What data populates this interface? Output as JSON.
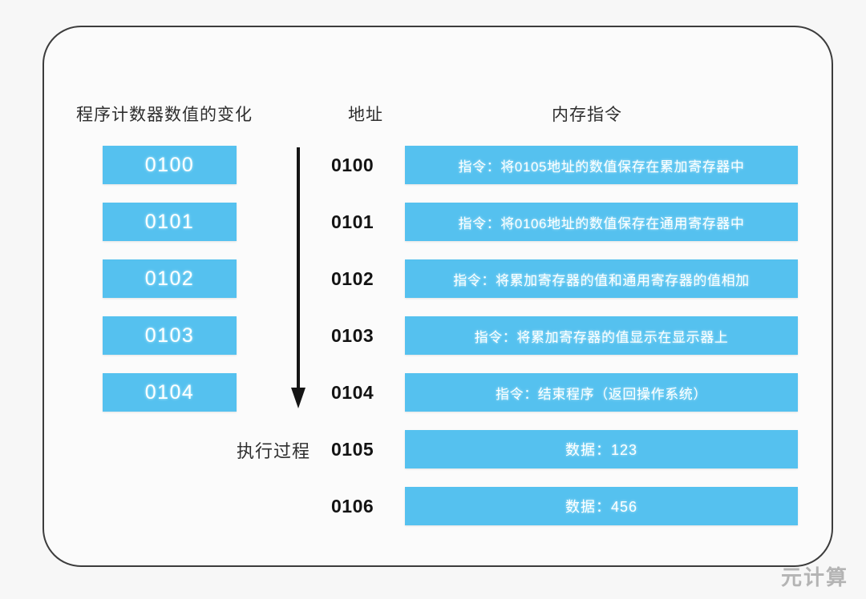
{
  "headers": {
    "pc": "程序计数器数值的变化",
    "address": "地址",
    "memory": "内存指令"
  },
  "labels": {
    "process": "执行过程"
  },
  "program_counter_blocks": [
    {
      "value": "0100"
    },
    {
      "value": "0101"
    },
    {
      "value": "0102"
    },
    {
      "value": "0103"
    },
    {
      "value": "0104"
    }
  ],
  "memory_rows": [
    {
      "address": "0100",
      "content": "指令：将0105地址的数值保存在累加寄存器中",
      "kind": "instruction"
    },
    {
      "address": "0101",
      "content": "指令：将0106地址的数值保存在通用寄存器中",
      "kind": "instruction"
    },
    {
      "address": "0102",
      "content": "指令：将累加寄存器的值和通用寄存器的值相加",
      "kind": "instruction"
    },
    {
      "address": "0103",
      "content": "指令：将累加寄存器的值显示在显示器上",
      "kind": "instruction"
    },
    {
      "address": "0104",
      "content": "指令：结束程序（返回操作系统）",
      "kind": "instruction"
    },
    {
      "address": "0105",
      "content": "数据：123",
      "kind": "data"
    },
    {
      "address": "0106",
      "content": "数据：456",
      "kind": "data"
    }
  ],
  "watermark": "元计算",
  "colors": {
    "bar_blue": "#55c1ef",
    "frame_border": "#3c3c3c",
    "background": "#f7f7f7",
    "arrow": "#151515",
    "watermark": "#b4b4b4"
  }
}
